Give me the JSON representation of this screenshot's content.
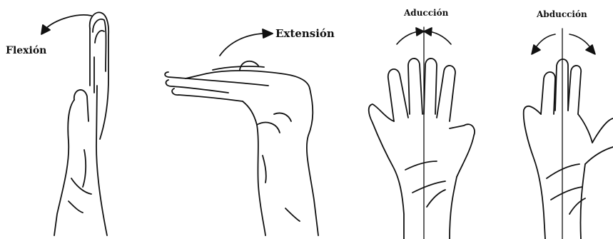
{
  "labels": {
    "flexion": "Flexión",
    "extension": "Extensión",
    "adduction": "Aducción",
    "abduction": "Abducción"
  },
  "colors": {
    "ink": "#111111",
    "background": "#ffffff"
  }
}
